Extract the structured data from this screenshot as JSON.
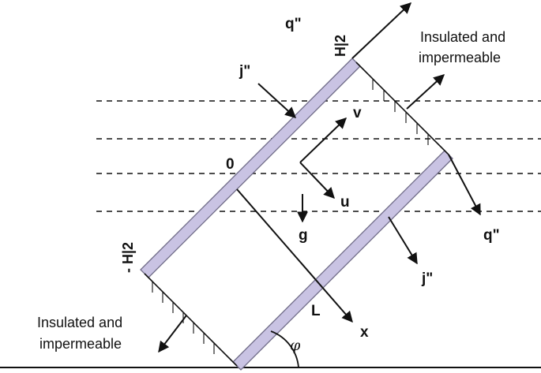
{
  "labels": {
    "q_top": "q\"",
    "j_top": "j\"",
    "h_pos": "H|2",
    "h_neg": "- H|2",
    "origin": "0",
    "v": "v",
    "u": "u",
    "g": "g",
    "q_right": "q\"",
    "j_right": "j\"",
    "L": "L",
    "x": "x",
    "phi": "φ"
  },
  "annotations": {
    "insulated_top": [
      "Insulated and",
      "impermeable"
    ],
    "insulated_bottom": [
      "Insulated and",
      "impermeable"
    ]
  },
  "colors": {
    "wall_fill": "#c9c3e3",
    "wall_stroke": "#6e6a86",
    "line": "#111111"
  }
}
